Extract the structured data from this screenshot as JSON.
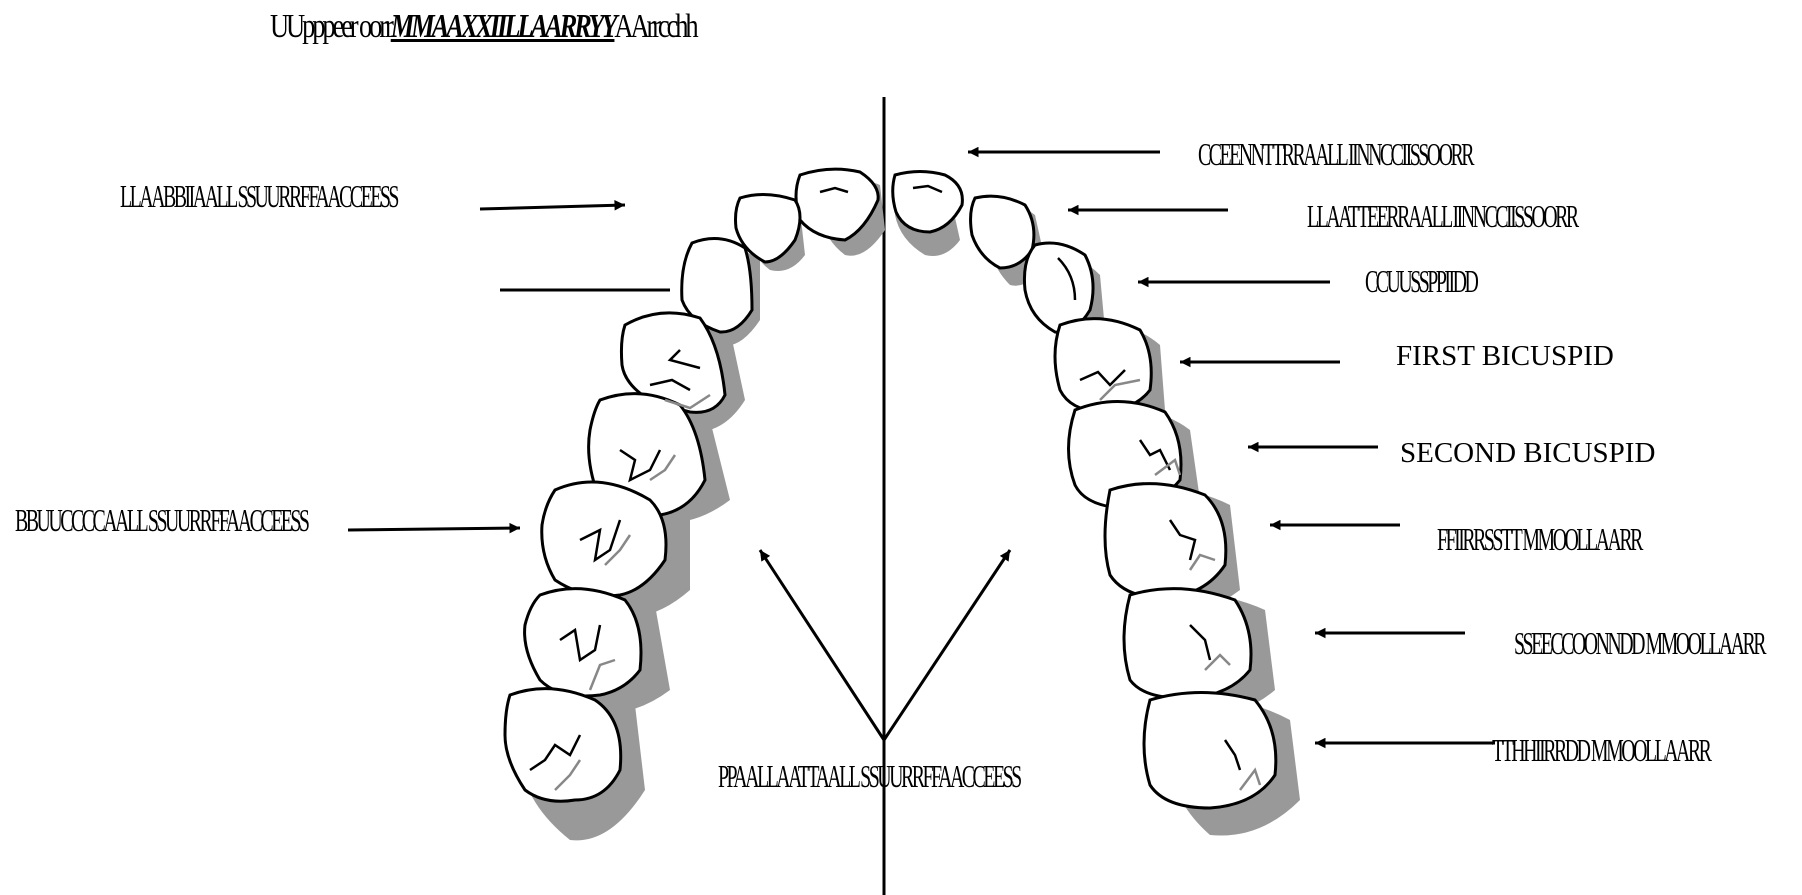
{
  "title": {
    "prefix": "UUpppeer oorr",
    "emphasis": "MMAAXXIILLAARRYY",
    "suffix": "AArrcchh"
  },
  "labels": {
    "labial_surfaces": "LLAABBIIAALL SSUURRFFAACCEESS",
    "buccal_surfaces": "BBUUCCCCAALL SSUURRFFAACCEESS",
    "palatal_surfaces": "PPAALLAATTAALL SSUURRFFAACCEESS",
    "central_incisor": "CCEENNTTRRAALL IINNCCIISSOORR",
    "lateral_incisor": "LLAATTEERRAALL IINNCCIISSOORR",
    "cuspid": "CCUUSSPPIIDD",
    "first_bicuspid": "FIRST BICUSPID",
    "second_bicuspid": "SECOND BICUSPID",
    "first_molar": "FFIIRRSSTT MMOOLLAARR",
    "second_molar": "SSEECCOONNDD MMOOLLAARR",
    "third_molar": "TTHHIIRRDD MMOOLLAARR"
  },
  "colors": {
    "ink": "#000000",
    "shadow": "#999999",
    "tooth_fill": "#ffffff"
  }
}
